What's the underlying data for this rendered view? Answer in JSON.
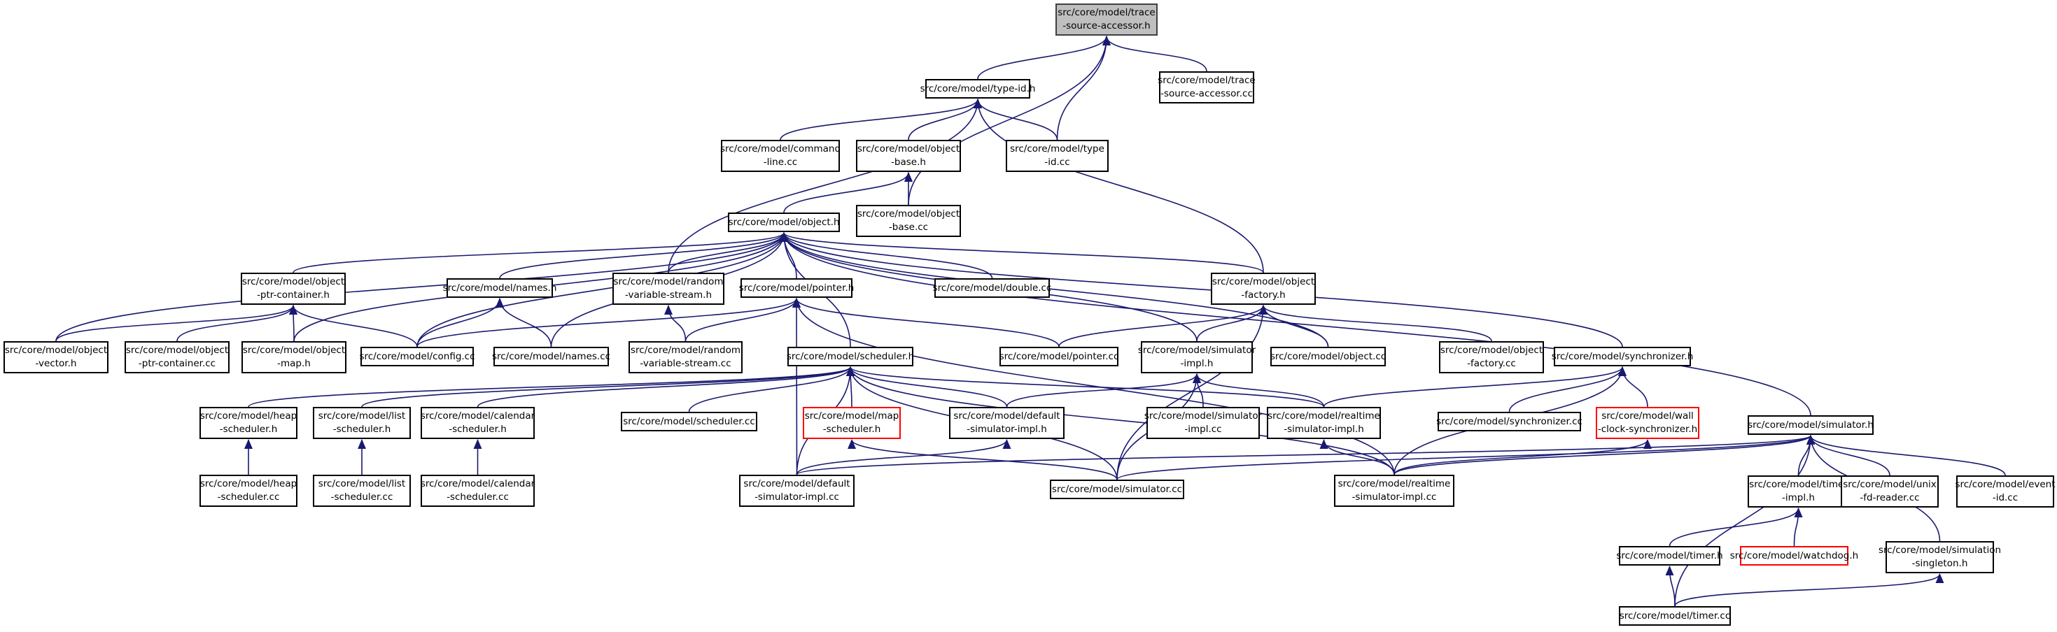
{
  "graph": {
    "edge_color": "#191970",
    "nodes": [
      {
        "id": "tsa_h",
        "lines": [
          "src/core/model/trace",
          "-source-accessor.h"
        ],
        "style": "root"
      },
      {
        "id": "tsa_cc",
        "lines": [
          "src/core/model/trace",
          "-source-accessor.cc"
        ]
      },
      {
        "id": "typeid_h",
        "lines": [
          "src/core/model/type-id.h"
        ]
      },
      {
        "id": "cmdline_cc",
        "lines": [
          "src/core/model/command",
          "-line.cc"
        ]
      },
      {
        "id": "objbase_h",
        "lines": [
          "src/core/model/object",
          "-base.h"
        ]
      },
      {
        "id": "typeid_cc",
        "lines": [
          "src/core/model/type",
          "-id.cc"
        ]
      },
      {
        "id": "objbase_cc",
        "lines": [
          "src/core/model/object",
          "-base.cc"
        ]
      },
      {
        "id": "object_h",
        "lines": [
          "src/core/model/object.h"
        ]
      },
      {
        "id": "optr_h",
        "lines": [
          "src/core/model/object",
          "-ptr-container.h"
        ]
      },
      {
        "id": "names_h",
        "lines": [
          "src/core/model/names.h"
        ]
      },
      {
        "id": "rvs_h",
        "lines": [
          "src/core/model/random",
          "-variable-stream.h"
        ]
      },
      {
        "id": "pointer_h",
        "lines": [
          "src/core/model/pointer.h"
        ]
      },
      {
        "id": "double_cc",
        "lines": [
          "src/core/model/double.cc"
        ]
      },
      {
        "id": "objfactory_h",
        "lines": [
          "src/core/model/object",
          "-factory.h"
        ]
      },
      {
        "id": "objvector_h",
        "lines": [
          "src/core/model/object",
          "-vector.h"
        ]
      },
      {
        "id": "optr_cc",
        "lines": [
          "src/core/model/object",
          "-ptr-container.cc"
        ]
      },
      {
        "id": "objmap_h",
        "lines": [
          "src/core/model/object",
          "-map.h"
        ]
      },
      {
        "id": "config_cc",
        "lines": [
          "src/core/model/config.cc"
        ]
      },
      {
        "id": "names_cc",
        "lines": [
          "src/core/model/names.cc"
        ]
      },
      {
        "id": "rvs_cc",
        "lines": [
          "src/core/model/random",
          "-variable-stream.cc"
        ]
      },
      {
        "id": "scheduler_h",
        "lines": [
          "src/core/model/scheduler.h"
        ]
      },
      {
        "id": "pointer_cc",
        "lines": [
          "src/core/model/pointer.cc"
        ]
      },
      {
        "id": "simimpl_h",
        "lines": [
          "src/core/model/simulator",
          "-impl.h"
        ]
      },
      {
        "id": "object_cc",
        "lines": [
          "src/core/model/object.cc"
        ]
      },
      {
        "id": "objfactory_cc",
        "lines": [
          "src/core/model/object",
          "-factory.cc"
        ]
      },
      {
        "id": "sync_h",
        "lines": [
          "src/core/model/synchronizer.h"
        ]
      },
      {
        "id": "heap_h",
        "lines": [
          "src/core/model/heap",
          "-scheduler.h"
        ]
      },
      {
        "id": "list_h",
        "lines": [
          "src/core/model/list",
          "-scheduler.h"
        ]
      },
      {
        "id": "calendar_h",
        "lines": [
          "src/core/model/calendar",
          "-scheduler.h"
        ]
      },
      {
        "id": "scheduler_cc",
        "lines": [
          "src/core/model/scheduler.cc"
        ]
      },
      {
        "id": "map_h",
        "lines": [
          "src/core/model/map",
          "-scheduler.h"
        ],
        "style": "red"
      },
      {
        "id": "defsim_h",
        "lines": [
          "src/core/model/default",
          "-simulator-impl.h"
        ]
      },
      {
        "id": "simimpl_cc",
        "lines": [
          "src/core/model/simulator",
          "-impl.cc"
        ]
      },
      {
        "id": "rtsim_h",
        "lines": [
          "src/core/model/realtime",
          "-simulator-impl.h"
        ]
      },
      {
        "id": "sync_cc",
        "lines": [
          "src/core/model/synchronizer.cc"
        ]
      },
      {
        "id": "wallclock_h",
        "lines": [
          "src/core/model/wall",
          "-clock-synchronizer.h"
        ],
        "style": "red"
      },
      {
        "id": "simulator_h",
        "lines": [
          "src/core/model/simulator.h"
        ]
      },
      {
        "id": "heap_cc",
        "lines": [
          "src/core/model/heap",
          "-scheduler.cc"
        ]
      },
      {
        "id": "list_cc",
        "lines": [
          "src/core/model/list",
          "-scheduler.cc"
        ]
      },
      {
        "id": "calendar_cc",
        "lines": [
          "src/core/model/calendar",
          "-scheduler.cc"
        ]
      },
      {
        "id": "defsim_cc",
        "lines": [
          "src/core/model/default",
          "-simulator-impl.cc"
        ]
      },
      {
        "id": "simulator_cc",
        "lines": [
          "src/core/model/simulator.cc"
        ]
      },
      {
        "id": "rtsim_cc",
        "lines": [
          "src/core/model/realtime",
          "-simulator-impl.cc"
        ]
      },
      {
        "id": "timerimpl_h",
        "lines": [
          "src/core/model/timer",
          "-impl.h"
        ]
      },
      {
        "id": "unixfd_cc",
        "lines": [
          "src/core/model/unix",
          "-fd-reader.cc"
        ]
      },
      {
        "id": "eventid_cc",
        "lines": [
          "src/core/model/event",
          "-id.cc"
        ]
      },
      {
        "id": "timer_h",
        "lines": [
          "src/core/model/timer.h"
        ]
      },
      {
        "id": "watchdog_h",
        "lines": [
          "src/core/model/watchdog.h"
        ],
        "style": "red"
      },
      {
        "id": "simsingleton_h",
        "lines": [
          "src/core/model/simulation",
          "-singleton.h"
        ]
      },
      {
        "id": "timer_cc",
        "lines": [
          "src/core/model/timer.cc"
        ]
      }
    ],
    "edges": [
      [
        "tsa_h",
        "typeid_h"
      ],
      [
        "tsa_h",
        "typeid_cc"
      ],
      [
        "tsa_h",
        "objbase_cc"
      ],
      [
        "tsa_h",
        "tsa_cc"
      ],
      [
        "typeid_h",
        "rvs_h"
      ],
      [
        "typeid_h",
        "cmdline_cc"
      ],
      [
        "typeid_h",
        "objbase_h"
      ],
      [
        "typeid_h",
        "typeid_cc"
      ],
      [
        "typeid_h",
        "objfactory_h"
      ],
      [
        "objbase_h",
        "object_h"
      ],
      [
        "objbase_h",
        "objbase_cc"
      ],
      [
        "object_h",
        "objvector_h"
      ],
      [
        "object_h",
        "optr_h"
      ],
      [
        "object_h",
        "objmap_h"
      ],
      [
        "object_h",
        "config_cc"
      ],
      [
        "object_h",
        "names_h"
      ],
      [
        "object_h",
        "names_cc"
      ],
      [
        "object_h",
        "rvs_h"
      ],
      [
        "object_h",
        "pointer_h"
      ],
      [
        "object_h",
        "scheduler_h"
      ],
      [
        "object_h",
        "double_cc"
      ],
      [
        "object_h",
        "objfactory_h"
      ],
      [
        "object_h",
        "simimpl_h"
      ],
      [
        "object_h",
        "object_cc"
      ],
      [
        "object_h",
        "sync_h"
      ],
      [
        "object_h",
        "simulator_h"
      ],
      [
        "optr_h",
        "objvector_h"
      ],
      [
        "optr_h",
        "optr_cc"
      ],
      [
        "optr_h",
        "objmap_h"
      ],
      [
        "optr_h",
        "config_cc"
      ],
      [
        "names_h",
        "config_cc"
      ],
      [
        "names_h",
        "names_cc"
      ],
      [
        "rvs_h",
        "rvs_cc"
      ],
      [
        "pointer_h",
        "config_cc"
      ],
      [
        "pointer_h",
        "rvs_cc"
      ],
      [
        "pointer_h",
        "pointer_cc"
      ],
      [
        "pointer_h",
        "defsim_cc"
      ],
      [
        "pointer_h",
        "rtsim_cc"
      ],
      [
        "objfactory_h",
        "pointer_cc"
      ],
      [
        "objfactory_h",
        "simimpl_h"
      ],
      [
        "objfactory_h",
        "object_cc"
      ],
      [
        "objfactory_h",
        "objfactory_cc"
      ],
      [
        "objfactory_h",
        "simulator_cc"
      ],
      [
        "scheduler_h",
        "heap_h"
      ],
      [
        "scheduler_h",
        "list_h"
      ],
      [
        "scheduler_h",
        "calendar_h"
      ],
      [
        "scheduler_h",
        "scheduler_cc"
      ],
      [
        "scheduler_h",
        "map_h"
      ],
      [
        "scheduler_h",
        "defsim_h"
      ],
      [
        "scheduler_h",
        "rtsim_h"
      ],
      [
        "scheduler_h",
        "defsim_cc"
      ],
      [
        "scheduler_h",
        "simulator_cc"
      ],
      [
        "scheduler_h",
        "rtsim_cc"
      ],
      [
        "simimpl_h",
        "defsim_h"
      ],
      [
        "simimpl_h",
        "simimpl_cc"
      ],
      [
        "simimpl_h",
        "rtsim_h"
      ],
      [
        "simimpl_h",
        "simulator_cc"
      ],
      [
        "sync_h",
        "rtsim_h"
      ],
      [
        "sync_h",
        "sync_cc"
      ],
      [
        "sync_h",
        "wallclock_h"
      ],
      [
        "sync_h",
        "rtsim_cc"
      ],
      [
        "heap_h",
        "heap_cc"
      ],
      [
        "list_h",
        "list_cc"
      ],
      [
        "calendar_h",
        "calendar_cc"
      ],
      [
        "map_h",
        "simulator_cc"
      ],
      [
        "defsim_h",
        "defsim_cc"
      ],
      [
        "rtsim_h",
        "rtsim_cc"
      ],
      [
        "wallclock_h",
        "rtsim_cc"
      ],
      [
        "simulator_h",
        "defsim_cc"
      ],
      [
        "simulator_h",
        "simulator_cc"
      ],
      [
        "simulator_h",
        "rtsim_cc"
      ],
      [
        "simulator_h",
        "timerimpl_h"
      ],
      [
        "simulator_h",
        "unixfd_cc"
      ],
      [
        "simulator_h",
        "eventid_cc"
      ],
      [
        "simulator_h",
        "simsingleton_h"
      ],
      [
        "simulator_h",
        "timer_cc"
      ],
      [
        "timerimpl_h",
        "timer_h"
      ],
      [
        "timerimpl_h",
        "watchdog_h"
      ],
      [
        "timer_h",
        "timer_cc"
      ],
      [
        "simsingleton_h",
        "timer_cc"
      ]
    ]
  }
}
